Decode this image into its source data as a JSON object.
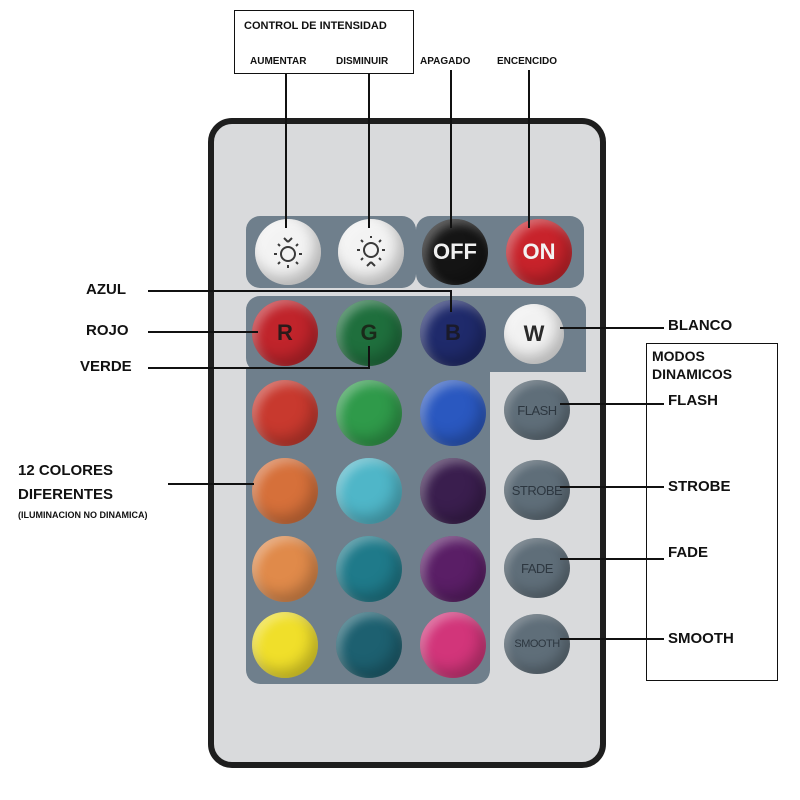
{
  "top_box": {
    "title": "CONTROL DE INTENSIDAD",
    "increase_label": "AUMENTAR",
    "decrease_label": "DISMINUIR"
  },
  "power": {
    "off_label": "APAGADO",
    "on_label": "ENCENCIDO",
    "off_button": "OFF",
    "on_button": "ON"
  },
  "side_labels": {
    "blue": "AZUL",
    "red": "ROJO",
    "green": "VERDE",
    "white": "BLANCO",
    "twelve_colors": "12 COLORES",
    "different": "DIFERENTES",
    "note": "(ILUMINACION NO DINAMICA)"
  },
  "modes": {
    "title_line1": "MODOS",
    "title_line2": "DINAMICOS",
    "flash_label": "FLASH",
    "strobe_label": "STROBE",
    "fade_label": "FADE",
    "smooth_label": "SMOOTH",
    "flash_button": "FLASH",
    "strobe_button": "STROBE",
    "fade_button": "FADE",
    "smooth_button": "SMOOTH"
  },
  "rgbw_buttons": {
    "r": "R",
    "g": "G",
    "b": "B",
    "w": "W"
  },
  "colors": {
    "red": "#c0242b",
    "green": "#1f6f3d",
    "blue": "#1f2a6b",
    "white": "#f2f2f2",
    "grid": [
      "#c8392e",
      "#2f9a4a",
      "#2a58c0",
      "#d6703a",
      "#4fb6c8",
      "#3a1e4e",
      "#e08a4a",
      "#1f7a8a",
      "#5a1e66",
      "#f0df2a",
      "#1d6070",
      "#d2357a"
    ]
  }
}
